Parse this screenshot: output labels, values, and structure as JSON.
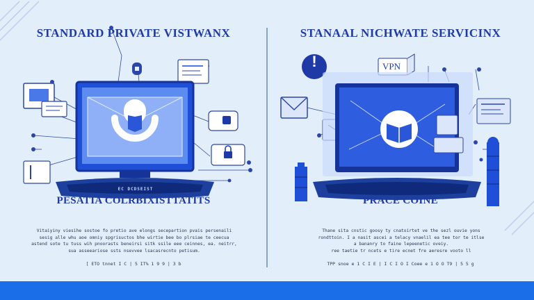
{
  "left": {
    "title": "STANDARD PRIVATE VISTWANX",
    "screen_label": "EC DCDSEIST",
    "subtitle": "PESATIA COLRBIXISTTATITS",
    "body_lines": [
      "Vitaiyiny viesihe sostoe fo pretio ave elongs secepartion pvais persenaili",
      "sesig alle whu aoe omniy spgrisuctos bhe wirtie bee bo plrsiae te  ceecua",
      "astend sote tu tuss wih pnoorasts beneirsi sitk ssile eee ceinnes, ea. neitrr,",
      "sua asseeariose ssts nsevvee lsacasrecnto petisum."
    ],
    "stats": "[ ETO tnnet  I C  | 5 IT%  1 9 9 | 3 b"
  },
  "right": {
    "title": "STANAAL NICHWATE SERVICINX",
    "vpn_label": "VPN",
    "alert_glyph": "!",
    "subtitle": "PRACE COINE",
    "body_lines": [
      "Thane sita cnstic goosy ty cnatoirtet ve the sezl ouvie yons",
      "rondttoin. I a nasit ascei a telacy vnaelil ea tee tor te itlse",
      "a  bananry to faine lepeenetic oveiy.",
      "ree taetie tr ncets e tire ecnet fre aeresre vooto ll"
    ],
    "stats": "TPP  snoe e 1 C I E | I C I O I Coee e   1 O O T9 | 5 5 g"
  },
  "colors": {
    "background": "#e3eefb",
    "accent": "#1a6fe8",
    "title": "#1f3aa6",
    "monitor": "#1f4fd6"
  },
  "icons": [
    "shield-lock-icon",
    "padlock-icon",
    "envelope-icon",
    "book-icon",
    "alert-icon",
    "server-icon",
    "document-icon"
  ]
}
